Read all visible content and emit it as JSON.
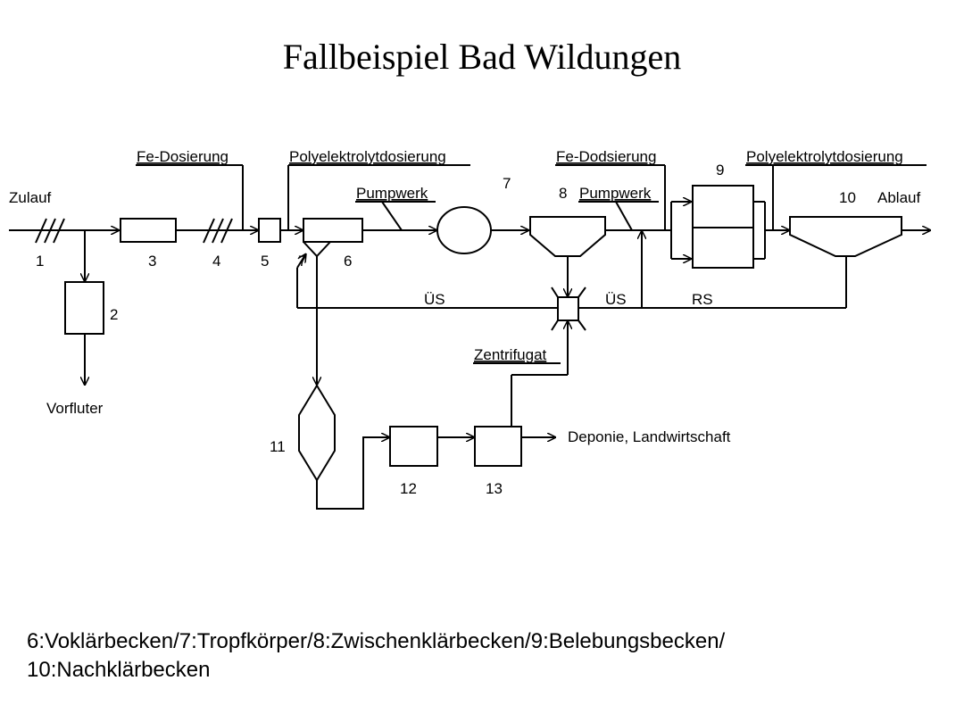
{
  "title": "Fallbeispiel Bad Wildungen",
  "labels": {
    "zulauf": "Zulauf",
    "ablauf": "Ablauf",
    "vorfluter": "Vorfluter",
    "fe_dosierung_1": "Fe-Dosierung",
    "poly_dosierung_1": "Polyelektrolytdosierung",
    "fe_dosierung_2": "Fe-Dodsierung",
    "poly_dosierung_2": "Polyelektrolytdosierung",
    "pumpwerk_1": "Pumpwerk",
    "pumpwerk_2": "Pumpwerk",
    "zentrifugat": "Zentrifugat",
    "deponie": "Deponie, Landwirtschaft",
    "us_1": "ÜS",
    "us_2": "ÜS",
    "rs": "RS"
  },
  "numbers": {
    "n1": "1",
    "n2": "2",
    "n3": "3",
    "n4": "4",
    "n5": "5",
    "n6": "6",
    "n7a": "7",
    "n7b": "7",
    "n8": "8",
    "n9": "9",
    "n10": "10",
    "n11": "11",
    "n12": "12",
    "n13": "13"
  },
  "caption": {
    "line1": "6:Voklärbecken/7:Tropfkörper/8:Zwischenklärbecken/9:Belebungsbecken/",
    "line2": "10:Nachklärbecken"
  }
}
